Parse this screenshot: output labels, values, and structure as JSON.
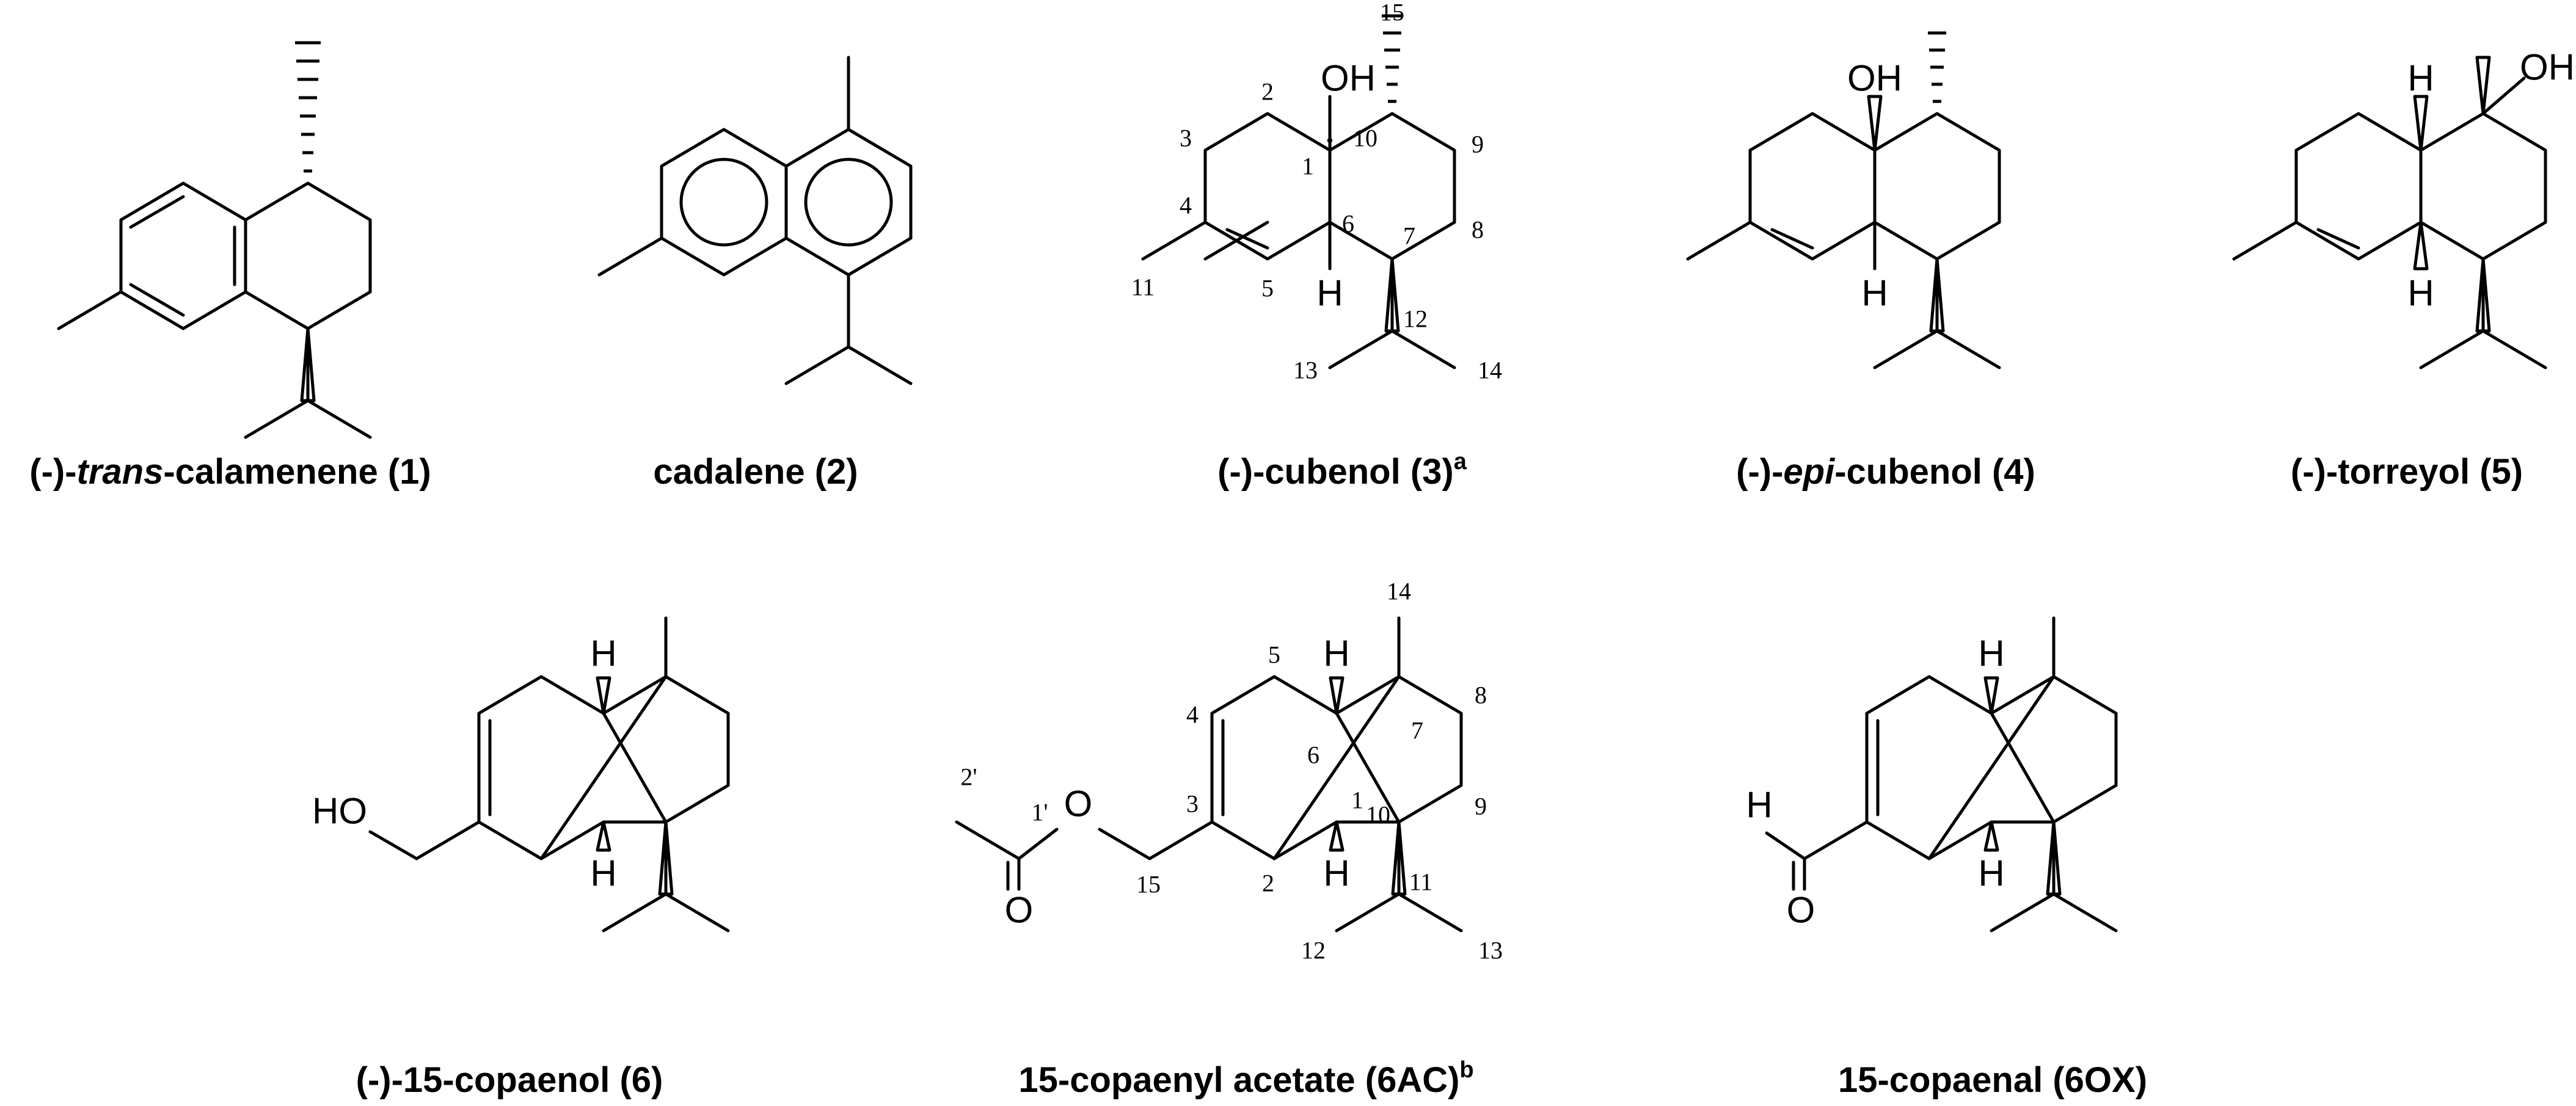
{
  "compounds": [
    {
      "id": "calamenene",
      "prefix": "(-)-",
      "italic": "trans",
      "suffix": "-calamenene (1)",
      "sup": ""
    },
    {
      "id": "cadalene",
      "prefix": "cadalene (2)",
      "italic": "",
      "suffix": "",
      "sup": ""
    },
    {
      "id": "cubenol",
      "prefix": "(-)-cubenol (3)",
      "italic": "",
      "suffix": "",
      "sup": "a"
    },
    {
      "id": "epi-cubenol",
      "prefix": "(-)-",
      "italic": "epi",
      "suffix": "-cubenol (4)",
      "sup": ""
    },
    {
      "id": "torreyol",
      "prefix": "(-)-torreyol (5)",
      "italic": "",
      "suffix": "",
      "sup": ""
    },
    {
      "id": "copaenol",
      "prefix": "(-)-15-copaenol (6)",
      "italic": "",
      "suffix": "",
      "sup": ""
    },
    {
      "id": "copaenyl-acetate",
      "prefix": "15-copaenyl acetate (6AC)",
      "italic": "",
      "suffix": "",
      "sup": "b"
    },
    {
      "id": "copaenal",
      "prefix": "15-copaenal (6OX)",
      "italic": "",
      "suffix": "",
      "sup": ""
    }
  ],
  "atom_labels": {
    "oh": "OH",
    "h": "H",
    "ho": "HO",
    "o": "O"
  },
  "cubenol_numbers": [
    "1",
    "2",
    "3",
    "4",
    "5",
    "6",
    "7",
    "8",
    "9",
    "10",
    "11",
    "12",
    "13",
    "14",
    "15"
  ],
  "acetate_numbers": [
    "1",
    "2",
    "3",
    "4",
    "5",
    "6",
    "7",
    "8",
    "9",
    "10",
    "11",
    "12",
    "13",
    "14",
    "15",
    "1'",
    "2'"
  ]
}
